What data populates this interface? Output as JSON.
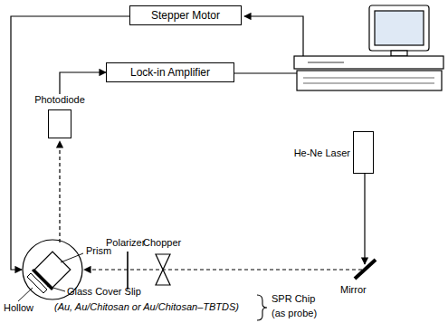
{
  "diagram": {
    "nodes": [
      {
        "text": [
          "Stepper Motor"
        ]
      },
      {
        "text": [
          "Lock-in Amplifier"
        ]
      },
      {
        "text": [
          "Photodiode"
        ]
      },
      {
        "text": [
          "He-Ne Laser"
        ]
      }
    ],
    "edges": [
      {
        "from": 2,
        "to": 1,
        "arrow": "to"
      }
    ],
    "labels": [
      "Polarizer",
      "Chopper",
      "Mirror",
      "Prism",
      "Hollow",
      "Glass Cover Slip",
      "(Au, Au/Chitosan or Au/Chitosan–TBTDS)",
      "SPR Chip",
      "(as probe)"
    ]
  }
}
